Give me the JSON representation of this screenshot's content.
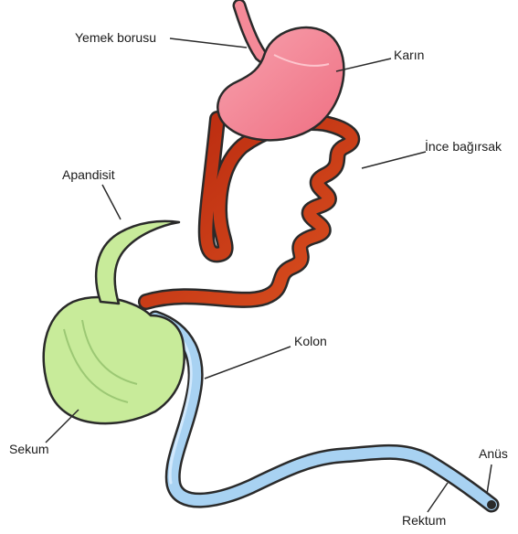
{
  "labels": {
    "esophagus": "Yemek borusu",
    "stomach": "Karın",
    "small_intestine": "İnce bağırsak",
    "appendix": "Apandisit",
    "colon": "Kolon",
    "cecum": "Sekum",
    "anus": "Anüs",
    "rectum": "Rektum"
  },
  "colors": {
    "stomach": "#f58a98",
    "small_intestine": "#c43a1a",
    "duodenum": "#8e1a10",
    "cecum": "#c8eb9a",
    "colon": "#a8d2f2",
    "outline": "#2a2a2a"
  }
}
